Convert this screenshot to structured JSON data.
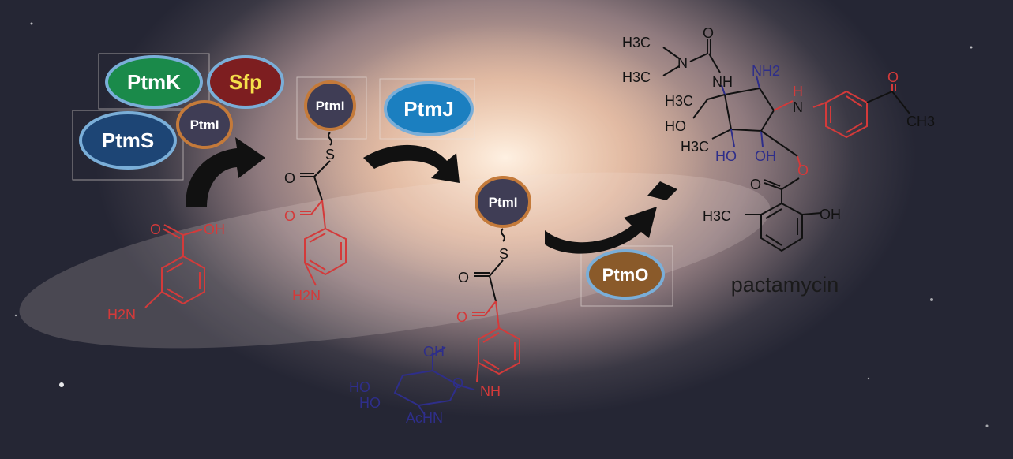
{
  "enzymes": {
    "ptmk": "PtmK",
    "sfp": "Sfp",
    "ptms": "PtmS",
    "ptmi": "PtmI",
    "ptmj": "PtmJ",
    "ptmo": "PtmO"
  },
  "colors": {
    "ptmk": "#1a8a4a",
    "sfp": "#7d1e20",
    "sfp_text": "#f5e04a",
    "ptms": "#1d4575",
    "ptmi": "#3f3d55",
    "ptmi_border": "#c47a3a",
    "ptmj": "#1b7fc0",
    "ptmo": "#8a5a2a",
    "enzyme_border": "#7aaed8",
    "red_structure": "#d43a3a",
    "blue_structure": "#2e2e8a",
    "black_structure": "#1a1a1a"
  },
  "labels": {
    "product_name": "pactamycin",
    "s": "S",
    "o": "O",
    "oh": "OH",
    "h2n": "H2N",
    "nh": "NH",
    "h": "H",
    "n": "N",
    "ho": "HO",
    "achn": "AcHN",
    "ch3": "CH3",
    "h3c": "H3C",
    "nh2": "NH2"
  }
}
